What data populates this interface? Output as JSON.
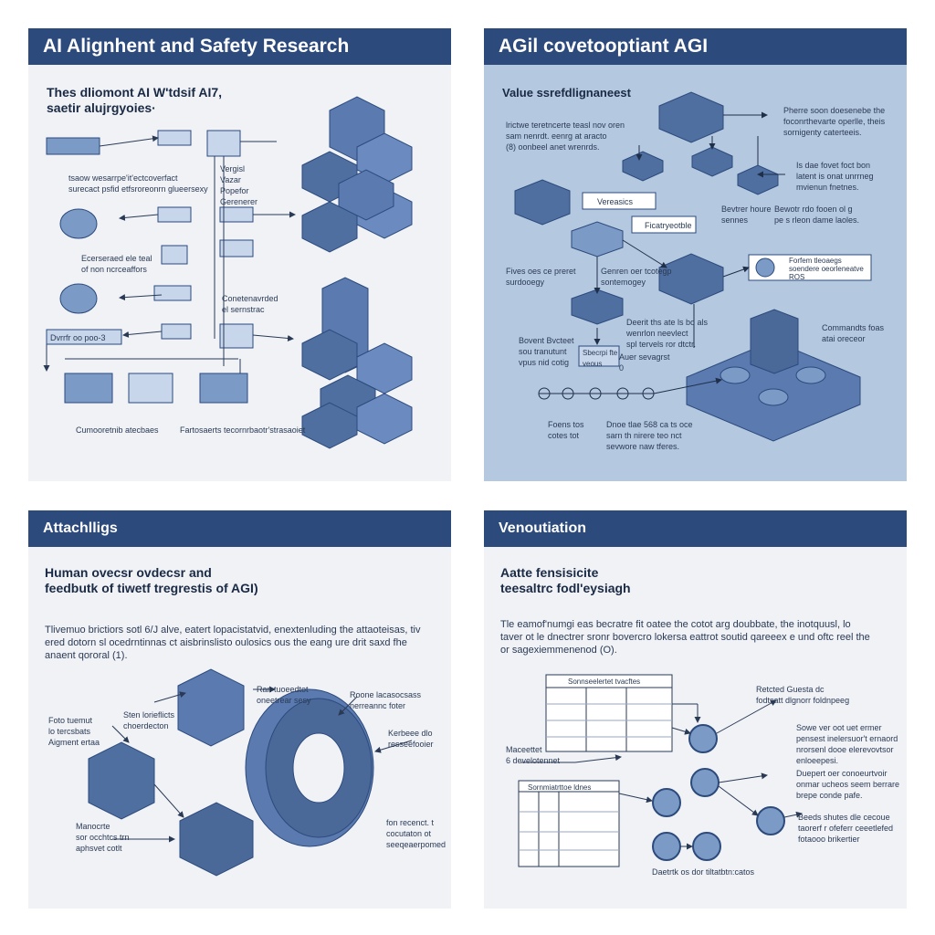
{
  "panels": {
    "top_left": {
      "title": "AI Alignhent and Safety Research",
      "subtitle": "Thes dliomont AI W'tdsif AI7,\nsaetir alujrgyoies·",
      "labels": {
        "l1": "tsaow wesarrpe'it'ectcoverfact\nsurecact psfid etfsroreonrn glueersexy",
        "l2": "Ecerseraed ele teal\nof non ncrceaffors",
        "l3": "Vergisl\nVazar\nPopefor\nGerenerer",
        "l4": "Conetenavrded\nel sernstrac",
        "l5": "Cumooretnib atecbaes",
        "l6": "Fartosaerts tecornrbaotr'strasaoiet",
        "l7": "Dvrrfr oo poo-3"
      }
    },
    "top_right": {
      "title": "AGil covetooptiant AGI",
      "subtitle": "Value ssrefdlignaneest",
      "labels": {
        "l1": "lrictwe teretncerte teasl nov oren\nsam nenrdt. eenrg at aracto\n(8) oonbeel anet wrenrds.",
        "l2": "Pherre soon doesenebe the\nfoconrthevarte operlle, theis\nsornigenty caterteeis.",
        "l3": "Is dae fovet foct bon\nlatent is onat unrrneg\nmvienun fnetnes.",
        "l4": "Vereasics",
        "l5": "Ficatryeotble",
        "l6": "Bevtrer houre\nsennes",
        "l7": "Bewotr rdo fooen ol g\npe s rleon dame laoles.",
        "l8": "Fives oes ce preret\nsurdooegy",
        "l9": "Genren oer tcotegp\nsontemogey",
        "l10": "Forfem tleoaegs\nsoendere oeorleneatve\nROS",
        "l11": "Deerit ths ate ls bo als\nwenrlon neevlect\nspl tervels ror dtctr.",
        "l12": "Bovent Bvcteet\nsou tranutunt\nvpus nid cotig",
        "l13": "Sbecrpi fte\nveous",
        "l14": "Auer sevagrst\n0",
        "l15": "Commandts foas\natai oreceor",
        "l16": "Foens tos\ncotes tot",
        "l17": "Dnoe tlae 568 ca ts oce\nsarn th nirere teo nct\nsevwore naw tferes."
      }
    },
    "bottom_left": {
      "title": "Attachlligs",
      "subtitle": "Human ovecsr ovdecsr and\nfeedbutk of tiwetf tregrestis of AGI)",
      "body": "Tlivemuo brictiors sotl 6/J alve, eatert lopacistatvid, enextenluding the attaoteisas, tiv\nered dotorn sl ocedrntinnas ct aisbrinslisto oulosics ous the eang ure drit saxd fhe\nanaent qororal (1).",
      "labels": {
        "l1": "Foto tuemut\nlo tercsbats\nAigment ertaa",
        "l2": "Sten lorieflicts\nchoerdecton",
        "l3": "Ran tuoeedtot\noneetrear sesy",
        "l4": "Roone lacasocsass\nnerreannc foter",
        "l5": "Kerbeee dlo\nresseefooier",
        "l6": "Manocrte\nsor occhtcs trn\naphsvet cotlt",
        "l7": "fon recenct. t\ncocutaton ot\nseeqeaerpomed"
      }
    },
    "bottom_right": {
      "title": "Venoutiation",
      "subtitle": "Aatte fensisicite\nteesaltrc fodl'eysiagh",
      "body": "Tle eamof'numgi eas becratre fit oatee the cotot arg doubbate, the inotquusl, lo\ntaver ot le dnectrer sronr bovercro lokersa eattrot soutid qareeex e und oftc reel the\nor sagexiemmenenod (O).",
      "labels": {
        "l1": "Retcted Guesta dc\nfodtsatt dlgnorr foldnpeeg",
        "l2": "Sowe ver oot uet ermer\npensest inelersuor't ernaord\nnrorsenl dooe elerevovtsor\nenloeepesi.",
        "l3": "Duepert oer conoeurtvoir\nonmar ucheos seem berrare\nbrepe conde pafe.",
        "l4": "Beeds shutes dle cecoue\ntaorerf r ofeferr ceeetlefed\nfotaooo brikertier",
        "l5": "Maceettet\n6 develotennet",
        "l6": "Daetrtk os dor tiltatbtn:catos",
        "table1": "Sonnseelertet  tvacftes",
        "table2": "Sornmiatrttoe ldnes"
      }
    }
  }
}
